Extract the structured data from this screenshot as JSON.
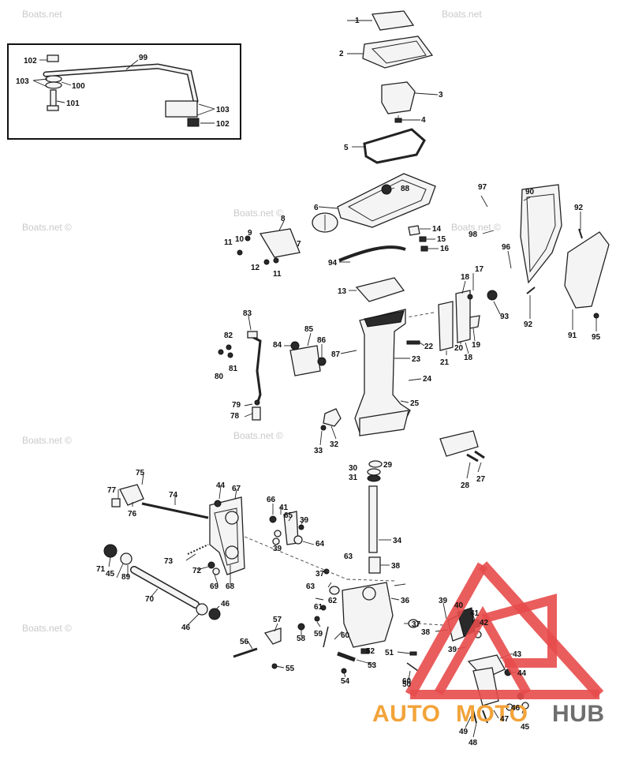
{
  "watermarks": [
    "Boats.net",
    "Boats.net",
    "Boats.net ©",
    "Boats.net ©",
    "Boats.net ©",
    "Boats.net ©",
    "Boats.net ©",
    "Boats.net ©"
  ],
  "logo": {
    "auto": "AUTO",
    "moto": "MOTO",
    "hub": "HUB",
    "red": "#e84b4b",
    "orange": "#f2a33a",
    "gray": "#6e6e6e"
  },
  "labels": [
    {
      "id": "1",
      "text": "1"
    },
    {
      "id": "2",
      "text": "2"
    },
    {
      "id": "3",
      "text": "3"
    },
    {
      "id": "4",
      "text": "4"
    },
    {
      "id": "5",
      "text": "5"
    },
    {
      "id": "6",
      "text": "6"
    },
    {
      "id": "7",
      "text": "7"
    },
    {
      "id": "8",
      "text": "8"
    },
    {
      "id": "9",
      "text": "9"
    },
    {
      "id": "10",
      "text": "10"
    },
    {
      "id": "11a",
      "text": "11"
    },
    {
      "id": "11b",
      "text": "11"
    },
    {
      "id": "12",
      "text": "12"
    },
    {
      "id": "13",
      "text": "13"
    },
    {
      "id": "14",
      "text": "14"
    },
    {
      "id": "15",
      "text": "15"
    },
    {
      "id": "16",
      "text": "16"
    },
    {
      "id": "17",
      "text": "17"
    },
    {
      "id": "18a",
      "text": "18"
    },
    {
      "id": "18b",
      "text": "18"
    },
    {
      "id": "19",
      "text": "19"
    },
    {
      "id": "20",
      "text": "20"
    },
    {
      "id": "21",
      "text": "21"
    },
    {
      "id": "22",
      "text": "22"
    },
    {
      "id": "23",
      "text": "23"
    },
    {
      "id": "24",
      "text": "24"
    },
    {
      "id": "25",
      "text": "25"
    },
    {
      "id": "27",
      "text": "27"
    },
    {
      "id": "28",
      "text": "28"
    },
    {
      "id": "29",
      "text": "29"
    },
    {
      "id": "30",
      "text": "30"
    },
    {
      "id": "31",
      "text": "31"
    },
    {
      "id": "32",
      "text": "32"
    },
    {
      "id": "33",
      "text": "33"
    },
    {
      "id": "34",
      "text": "34"
    },
    {
      "id": "36",
      "text": "36"
    },
    {
      "id": "37a",
      "text": "37"
    },
    {
      "id": "37b",
      "text": "37"
    },
    {
      "id": "38a",
      "text": "38"
    },
    {
      "id": "38b",
      "text": "38"
    },
    {
      "id": "39a",
      "text": "39"
    },
    {
      "id": "39b",
      "text": "39"
    },
    {
      "id": "39c",
      "text": "39"
    },
    {
      "id": "39d",
      "text": "39"
    },
    {
      "id": "40",
      "text": "40"
    },
    {
      "id": "41a",
      "text": "41"
    },
    {
      "id": "41b",
      "text": "41"
    },
    {
      "id": "42",
      "text": "42"
    },
    {
      "id": "43",
      "text": "43"
    },
    {
      "id": "44a",
      "text": "44"
    },
    {
      "id": "44b",
      "text": "44"
    },
    {
      "id": "45a",
      "text": "45"
    },
    {
      "id": "45b",
      "text": "45"
    },
    {
      "id": "46a",
      "text": "46"
    },
    {
      "id": "46b",
      "text": "46"
    },
    {
      "id": "46c",
      "text": "46"
    },
    {
      "id": "47",
      "text": "47"
    },
    {
      "id": "48",
      "text": "48"
    },
    {
      "id": "49",
      "text": "49"
    },
    {
      "id": "50",
      "text": "50"
    },
    {
      "id": "51",
      "text": "51"
    },
    {
      "id": "52",
      "text": "52"
    },
    {
      "id": "53",
      "text": "53"
    },
    {
      "id": "54",
      "text": "54"
    },
    {
      "id": "55",
      "text": "55"
    },
    {
      "id": "56",
      "text": "56"
    },
    {
      "id": "57",
      "text": "57"
    },
    {
      "id": "58",
      "text": "58"
    },
    {
      "id": "59",
      "text": "59"
    },
    {
      "id": "60a",
      "text": "60"
    },
    {
      "id": "60b",
      "text": "60"
    },
    {
      "id": "61",
      "text": "61"
    },
    {
      "id": "62",
      "text": "62"
    },
    {
      "id": "63a",
      "text": "63"
    },
    {
      "id": "63b",
      "text": "63"
    },
    {
      "id": "64",
      "text": "64"
    },
    {
      "id": "65",
      "text": "65"
    },
    {
      "id": "66",
      "text": "66"
    },
    {
      "id": "67",
      "text": "67"
    },
    {
      "id": "68",
      "text": "68"
    },
    {
      "id": "69",
      "text": "69"
    },
    {
      "id": "70",
      "text": "70"
    },
    {
      "id": "71",
      "text": "71"
    },
    {
      "id": "72",
      "text": "72"
    },
    {
      "id": "73",
      "text": "73"
    },
    {
      "id": "74",
      "text": "74"
    },
    {
      "id": "75",
      "text": "75"
    },
    {
      "id": "76",
      "text": "76"
    },
    {
      "id": "77",
      "text": "77"
    },
    {
      "id": "78",
      "text": "78"
    },
    {
      "id": "79",
      "text": "79"
    },
    {
      "id": "80",
      "text": "80"
    },
    {
      "id": "81",
      "text": "81"
    },
    {
      "id": "82",
      "text": "82"
    },
    {
      "id": "83",
      "text": "83"
    },
    {
      "id": "84",
      "text": "84"
    },
    {
      "id": "85",
      "text": "85"
    },
    {
      "id": "86",
      "text": "86"
    },
    {
      "id": "87",
      "text": "87"
    },
    {
      "id": "88",
      "text": "88"
    },
    {
      "id": "89",
      "text": "89"
    },
    {
      "id": "90",
      "text": "90"
    },
    {
      "id": "91",
      "text": "91"
    },
    {
      "id": "92a",
      "text": "92"
    },
    {
      "id": "92b",
      "text": "92"
    },
    {
      "id": "93",
      "text": "93"
    },
    {
      "id": "94",
      "text": "94"
    },
    {
      "id": "95",
      "text": "95"
    },
    {
      "id": "96",
      "text": "96"
    },
    {
      "id": "97",
      "text": "97"
    },
    {
      "id": "98",
      "text": "98"
    },
    {
      "id": "99",
      "text": "99"
    },
    {
      "id": "100",
      "text": "100"
    },
    {
      "id": "101",
      "text": "101"
    },
    {
      "id": "102a",
      "text": "102"
    },
    {
      "id": "102b",
      "text": "102"
    },
    {
      "id": "103a",
      "text": "103"
    },
    {
      "id": "103b",
      "text": "103"
    }
  ]
}
